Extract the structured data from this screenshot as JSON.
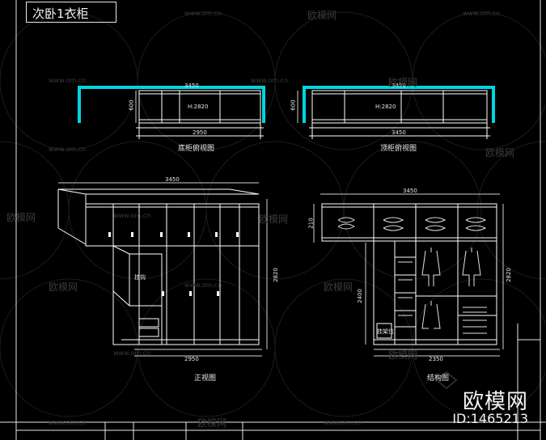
{
  "title": "次卧1衣柜",
  "views": {
    "plan_left_label": "底柜俯视图",
    "plan_right_label": "顶柜俯视图",
    "front_label": "正视图",
    "structure_label": "结构图"
  },
  "annotations": {
    "height_left": "H:2820",
    "height_right": "H:2820",
    "hook_left": "挂钩",
    "hook_right": "挂架位",
    "top_dim_left": "3450",
    "top_dim_right": "3450",
    "plan_left_bottom": "2950",
    "plan_right_bottom": "3450",
    "front_bottom": "2950",
    "struct_bottom": "2350",
    "depth_left": "600",
    "depth_right": "600",
    "side_h_left": "2820",
    "side_h_right": "2820",
    "struct_h": "2400",
    "top_h": "210"
  },
  "watermark": {
    "url": "www.om.cn",
    "brand": "欧模网"
  },
  "brand": {
    "name": "欧模网",
    "id": "ID:1465213"
  },
  "colors": {
    "line": "#ffffff",
    "cyan": "#00d4e0",
    "dim": "#cfcfcf",
    "watermark": "#3a3a3a"
  }
}
